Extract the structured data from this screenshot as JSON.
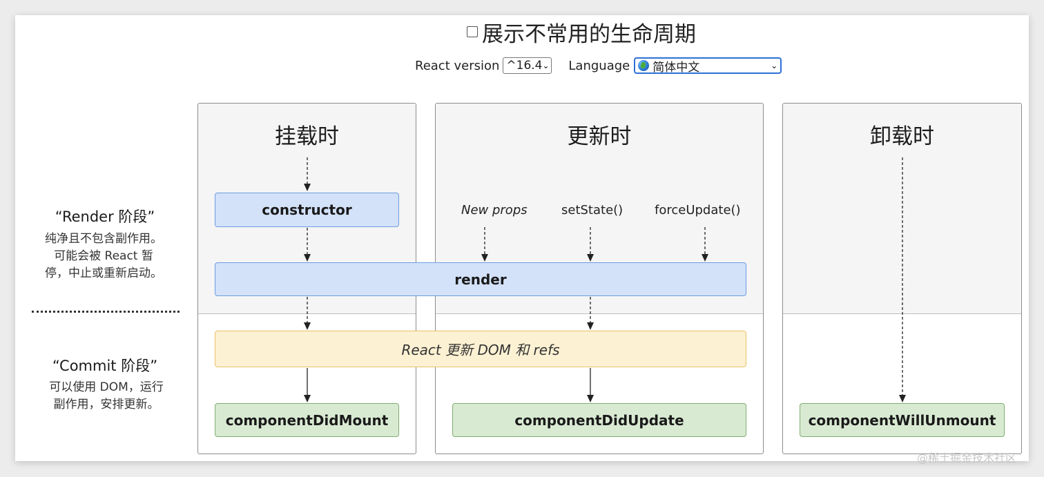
{
  "header": {
    "title": "展示不常用的生命周期",
    "react_version_label": "React version",
    "react_version_value": "^16.4",
    "language_label": "Language",
    "language_value": "简体中文"
  },
  "phases": {
    "render": {
      "title": "“Render 阶段”",
      "desc_lines": [
        "纯净且不包含副作用。",
        "可能会被 React 暂",
        "停，中止或重新启动。"
      ]
    },
    "commit": {
      "title": "“Commit 阶段”",
      "desc_lines": [
        "可以使用 DOM，运行",
        "副作用，安排更新。"
      ]
    }
  },
  "columns": {
    "mount": {
      "title": "挂载时"
    },
    "update": {
      "title": "更新时"
    },
    "unmount": {
      "title": "卸载时"
    }
  },
  "triggers": {
    "new_props": "New props",
    "set_state": "setState()",
    "force_update": "forceUpdate()"
  },
  "boxes": {
    "constructor": "constructor",
    "render": "render",
    "react_update": "React 更新 DOM 和 refs",
    "did_mount": "componentDidMount",
    "did_update": "componentDidUpdate",
    "will_unmount": "componentWillUnmount"
  },
  "colors": {
    "render_phase_box": "#d3e2f9",
    "commit_update_box": "#fdf1d3",
    "commit_method_box": "#d9ead3"
  },
  "watermark": "@稀土掘金技术社区"
}
